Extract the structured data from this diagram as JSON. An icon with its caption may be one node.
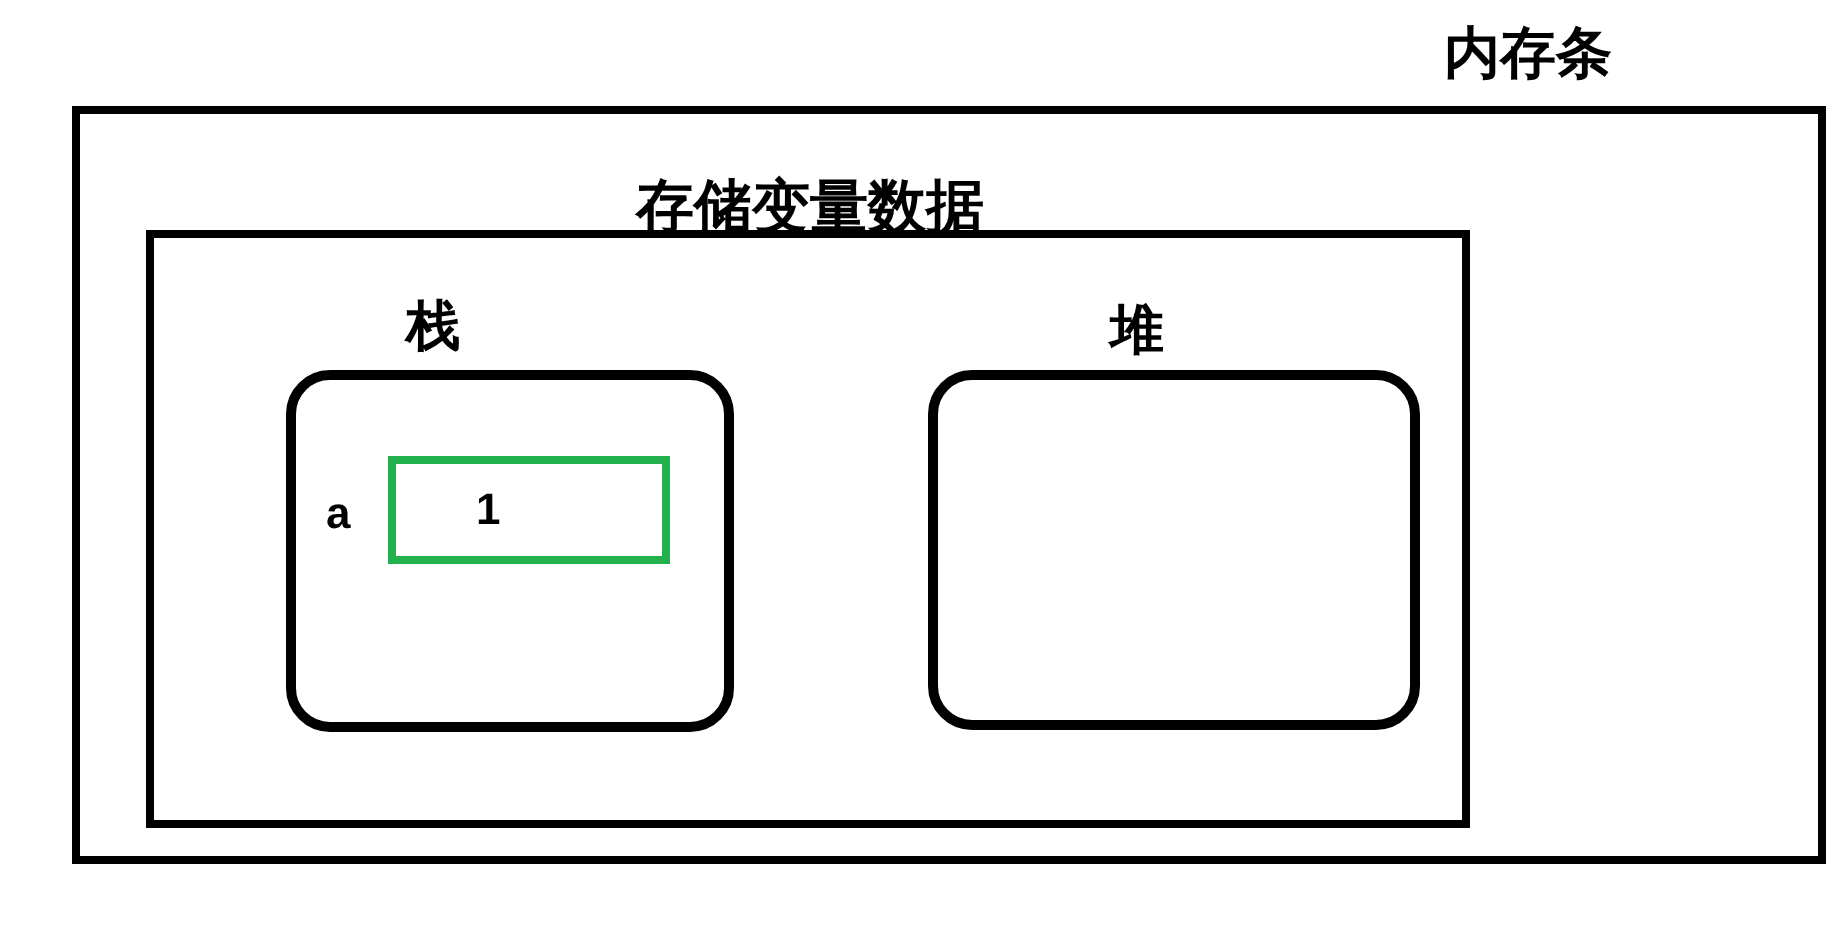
{
  "diagram": {
    "nodes": [
      {
        "text": [
          "内存条"
        ]
      },
      {
        "text": [
          "存储变量数据"
        ],
        "in": 0
      },
      {
        "text": [
          "栈"
        ],
        "in": 1
      },
      {
        "text": [
          "1"
        ],
        "in": 2,
        "beside": [
          "a"
        ]
      },
      {
        "text": [
          "堆"
        ],
        "in": 1
      }
    ]
  }
}
